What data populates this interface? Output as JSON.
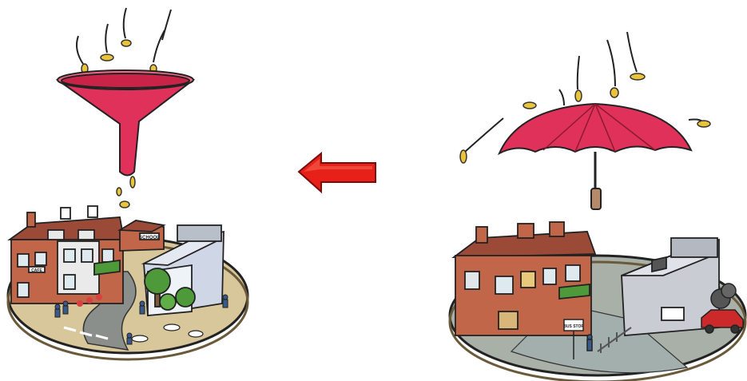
{
  "left_panel": {
    "shop_sign": "SCHOOL",
    "pub_sign": "CAFE"
  },
  "right_panel": {
    "bus_sign": "BUS STOP"
  },
  "arrow": {
    "direction": "left",
    "color": "#e8201a"
  },
  "colors": {
    "funnel": "#e0315a",
    "umbrella": "#e0315a",
    "coin": "#e9c43a",
    "brick": "#c2664a",
    "roof": "#9a4a36",
    "ground": "#d8c79a",
    "road": "#8a8f8c",
    "tree": "#4e9a3a"
  }
}
